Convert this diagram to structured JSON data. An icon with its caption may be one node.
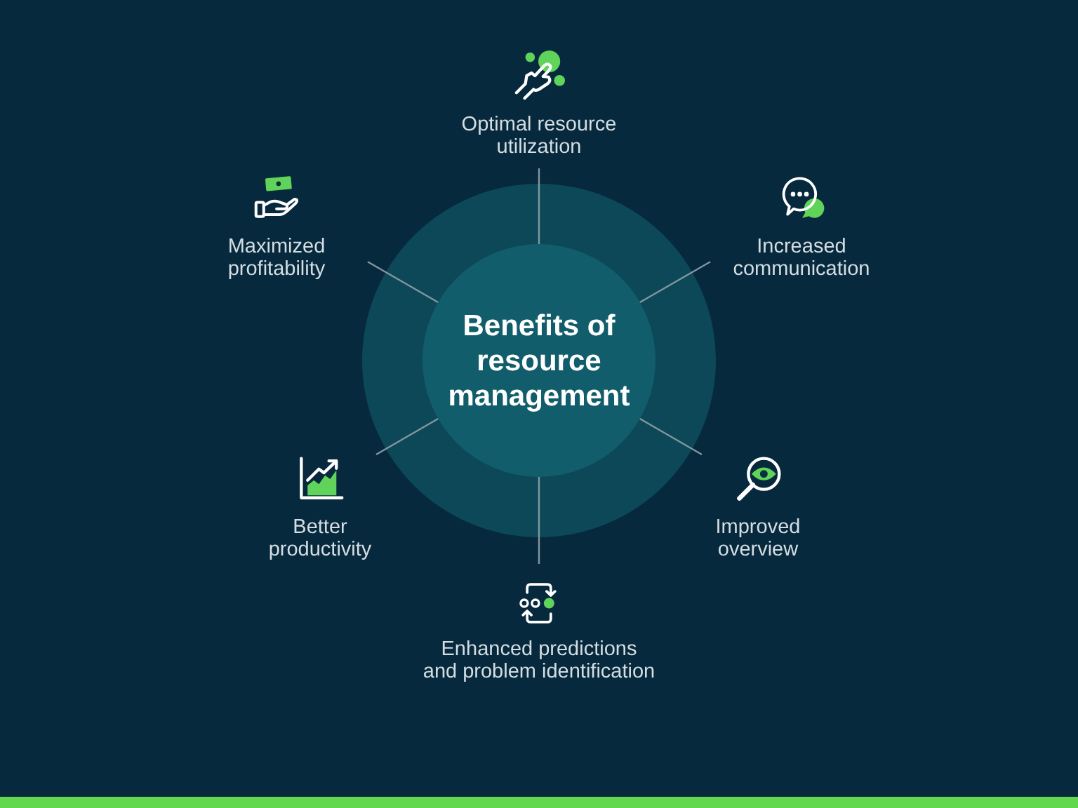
{
  "diagram": {
    "nodes": [
      {
        "text": [
          "Optimal resource utilization"
        ]
      },
      {
        "text": [
          "Maximized profitability"
        ]
      },
      {
        "text": [
          "Increased communication"
        ]
      },
      {
        "text": [
          "Benefits of resource management"
        ]
      },
      {
        "text": [
          "Better productivity"
        ]
      },
      {
        "text": [
          "Improved overview"
        ]
      },
      {
        "text": [
          "Enhanced predictions and problem identification"
        ]
      }
    ],
    "edges": [
      {
        "from": 3,
        "to": 0,
        "arrow": "none"
      },
      {
        "from": 3,
        "to": 1,
        "arrow": "none"
      },
      {
        "from": 3,
        "to": 2,
        "arrow": "none"
      },
      {
        "from": 3,
        "to": 4,
        "arrow": "none"
      },
      {
        "from": 3,
        "to": 5,
        "arrow": "none"
      },
      {
        "from": 3,
        "to": 6,
        "arrow": "none"
      }
    ]
  }
}
